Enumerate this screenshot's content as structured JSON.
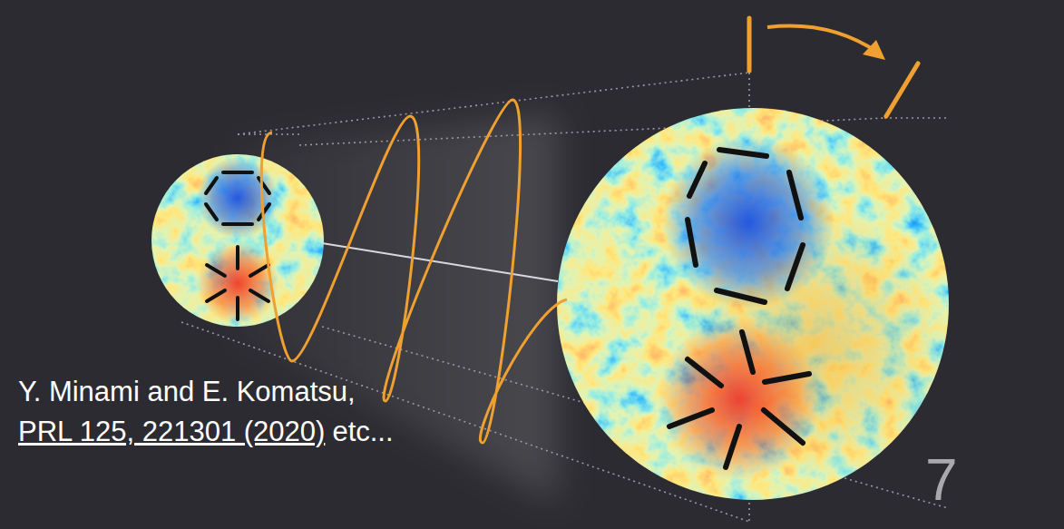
{
  "diagram": {
    "labels": [
      "Y. Minami and E. Komatsu,",
      "PRL 125, 221301 (2020)",
      "etc...",
      "7"
    ]
  }
}
